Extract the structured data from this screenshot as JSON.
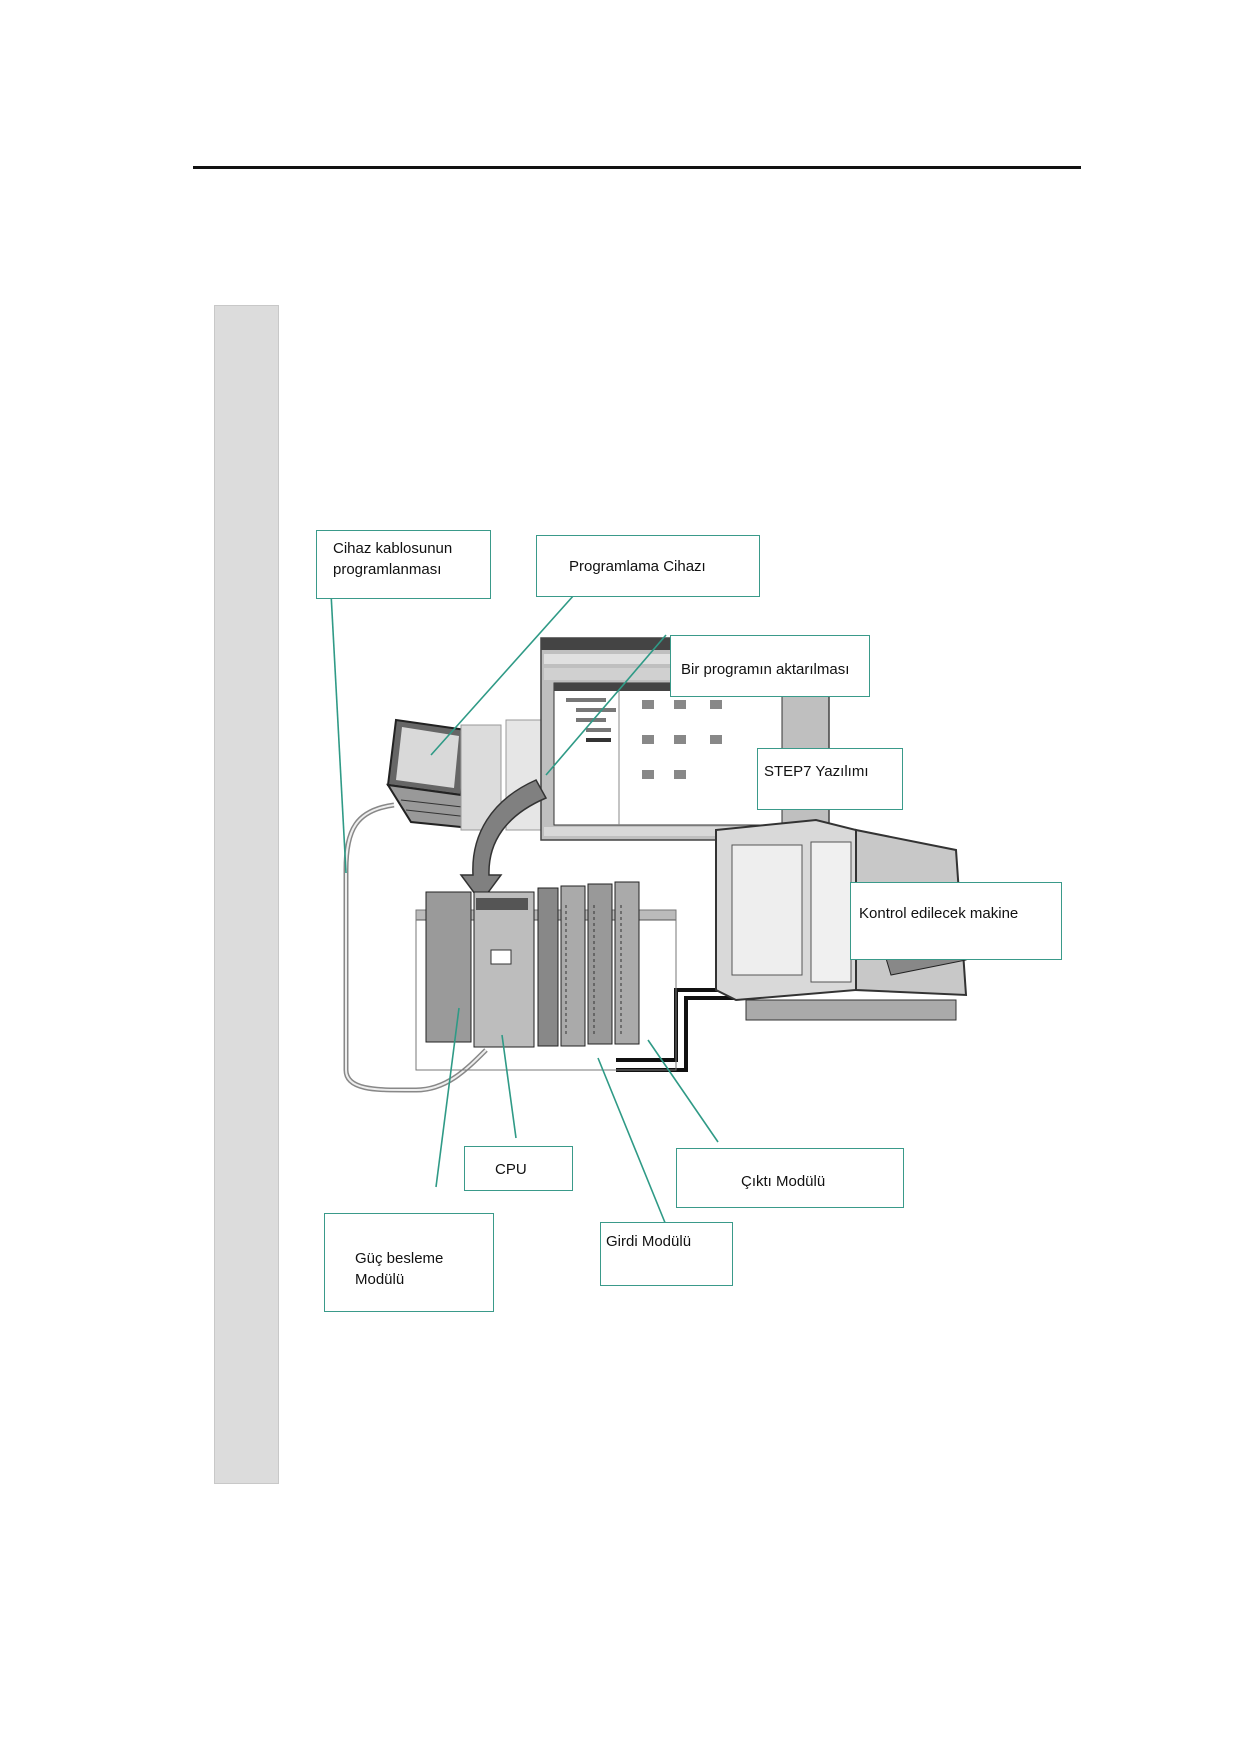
{
  "labels": {
    "cable": "Cihaz kablosunun\nprogramlanması",
    "programmer": "Programlama Cihazı",
    "transfer": "Bir programın aktarılması",
    "software": "STEP7 Yazılımı",
    "machine": "Kontrol edilecek makine",
    "cpu": "CPU",
    "output": "Çıktı Modülü",
    "input": "Girdi Modülü",
    "power": "Güç besleme\n  Modülü"
  },
  "colors": {
    "callout_border": "#3a9a8a",
    "leader": "#2f9a86",
    "sidebar": "#dcdcdc"
  }
}
